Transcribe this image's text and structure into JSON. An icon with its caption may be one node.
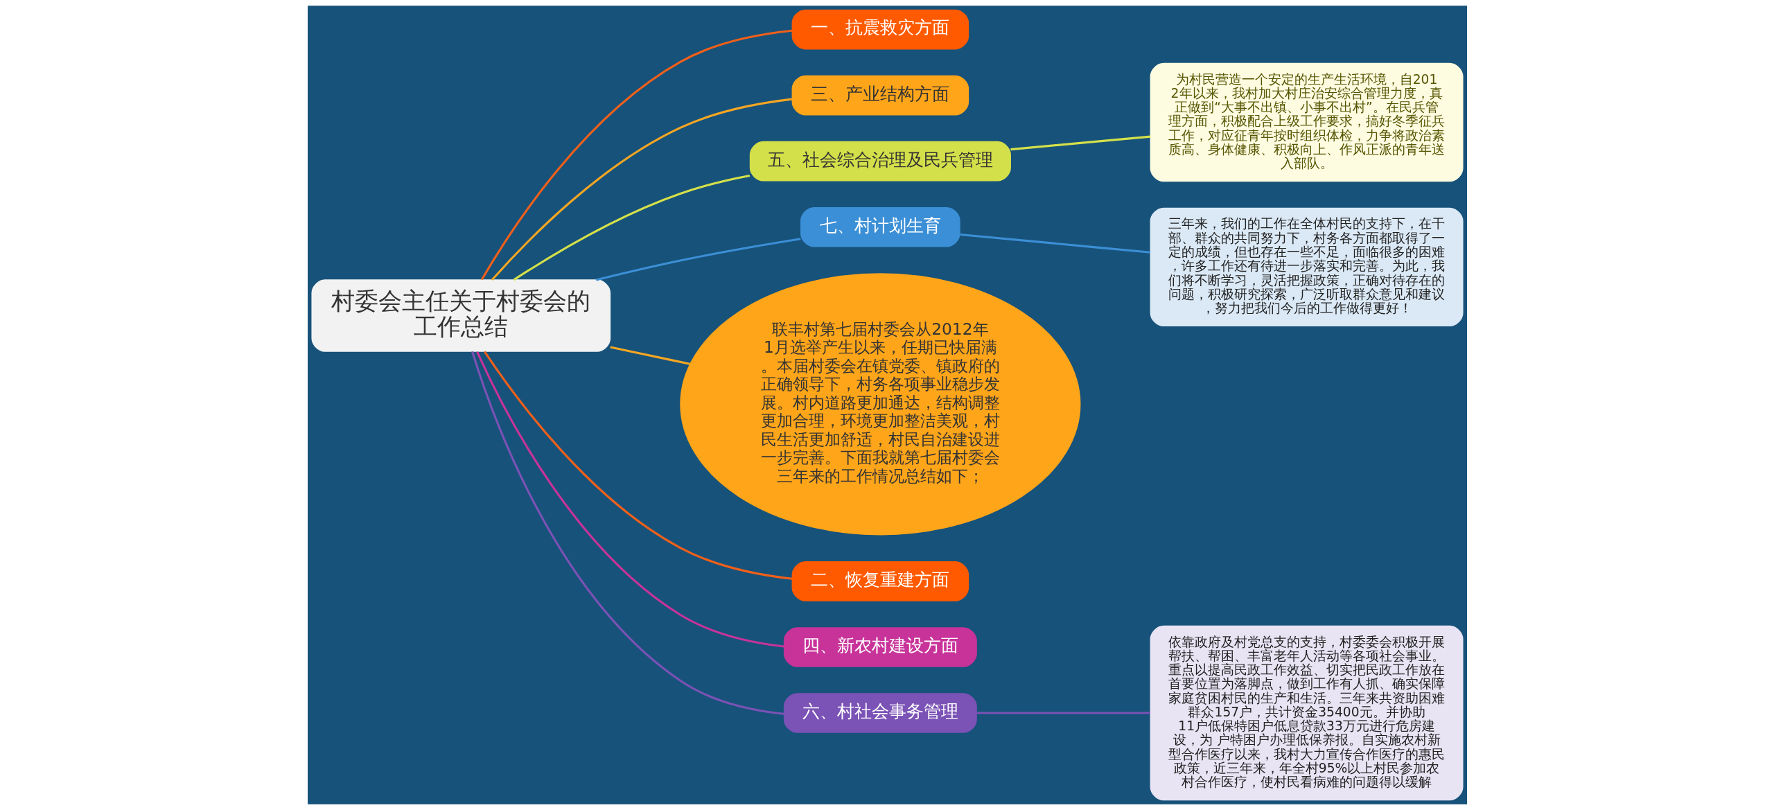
{
  "diagram": {
    "nodes": [
      {
        "text": [
          "村委会主任关于村委会的工作总结"
        ]
      },
      {
        "text": [
          "一、抗震救灾方面"
        ]
      },
      {
        "text": [
          "三、产业结构方面"
        ]
      },
      {
        "text": [
          "五、社会综合治理及民兵管理"
        ]
      },
      {
        "text": [
          "为村民营造一个安定的生产生活环境，自2012年以来，我村加大村庄治安综合管理力度，真正做到“大事不出镇、小事不出村”。在民兵管理方面，积极配合上级工作要求，搞好冬季征兵工作，对应征青年按时组织体检，力争将政治素质高、身体健康、积极向上、作风正派的青年送入部队。"
        ]
      },
      {
        "text": [
          "七、村计划生育"
        ]
      },
      {
        "text": [
          "三年来，我们的工作在全体村民的支持下，在干部、群众的共同努力下，村务各方面都取得了一定的成绩，但也存在一些不足，面临很多的困难，许多工作还有待进一步落实和完善。为此，我们将不断学习，灵活把握政策，正确对待存在的问题，积极研究探索，广泛听取群众意见和建议，努力把我们今后的工作做得更好！"
        ]
      },
      {
        "text": [
          "联丰村第七届村委会从2012年1月选举产生以来，任期已快届满。本届村委会在镇党委、镇政府的正确领导下，村务各项事业稳步发展。村内道路更加通达，结构调整更加合理，环境更加整洁美观，村民生活更加舒适，村民自治建设进一步完善。下面我就第七届村委会三年来的工作情况总结如下；"
        ]
      },
      {
        "text": [
          "二、恢复重建方面"
        ]
      },
      {
        "text": [
          "四、新农村建设方面"
        ]
      },
      {
        "text": [
          "六、村社会事务管理"
        ]
      },
      {
        "text": [
          "依靠政府及村党总支的支持，村委委会积极开展帮扶、帮困、丰富老年人活动等各项社会事业。重点以提高民政工作效益、切实把民政工作放在首要位置为落脚点，做到工作有人抓、确实保障家庭贫困村民的生产和生活。三年来共资助困难群众157户，共计资金35400元。并协助11户低保特困户低息贷款33万元进行危房建设，为 户特困户办理低保养报。自实施农村新型合作医疗以来，我村大力宣传合作医疗的惠民政策，近三年来，年全村95%以上村民参加农村合作医疗，使村民看病难的问题得以缓解"
        ]
      }
    ],
    "edges": [
      {
        "from": 0,
        "to": 1,
        "arrow": "none",
        "color": "#f0601a"
      },
      {
        "from": 0,
        "to": 2,
        "arrow": "none",
        "color": "#f5a623"
      },
      {
        "from": 0,
        "to": 3,
        "arrow": "none",
        "color": "#d4e04a"
      },
      {
        "from": 3,
        "to": 4,
        "arrow": "none",
        "color": "#d4e04a"
      },
      {
        "from": 0,
        "to": 5,
        "arrow": "none",
        "color": "#3b8fd6"
      },
      {
        "from": 5,
        "to": 6,
        "arrow": "none",
        "color": "#3b8fd6"
      },
      {
        "from": 0,
        "to": 7,
        "arrow": "none",
        "color": "#f5a623"
      },
      {
        "from": 0,
        "to": 8,
        "arrow": "none",
        "color": "#f0601a"
      },
      {
        "from": 0,
        "to": 9,
        "arrow": "none",
        "color": "#c8339a"
      },
      {
        "from": 0,
        "to": 10,
        "arrow": "none",
        "color": "#7b52b5"
      },
      {
        "from": 10,
        "to": 11,
        "arrow": "none",
        "color": "#7b52b5"
      }
    ]
  }
}
